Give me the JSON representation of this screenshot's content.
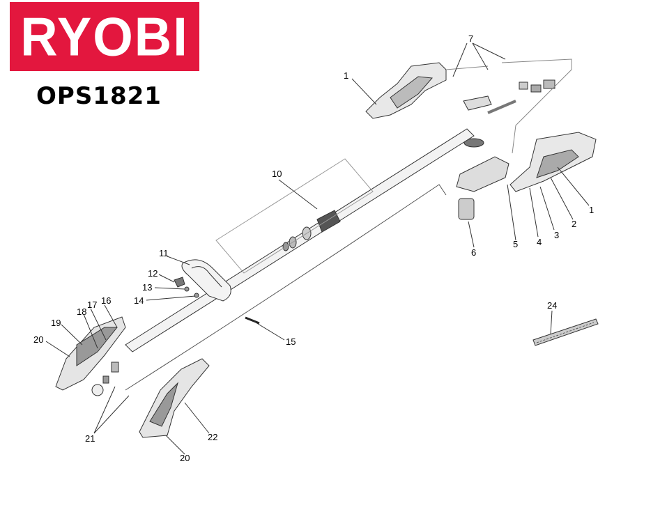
{
  "brand": {
    "logo_text": "RYOBI",
    "color": "#e3173e"
  },
  "model": "OPS1821",
  "callouts": [
    {
      "id": "c1a",
      "label": "1"
    },
    {
      "id": "c7",
      "label": "7"
    },
    {
      "id": "c1b",
      "label": "1"
    },
    {
      "id": "c2",
      "label": "2"
    },
    {
      "id": "c3",
      "label": "3"
    },
    {
      "id": "c4",
      "label": "4"
    },
    {
      "id": "c5",
      "label": "5"
    },
    {
      "id": "c6",
      "label": "6"
    },
    {
      "id": "c10",
      "label": "10"
    },
    {
      "id": "c11",
      "label": "11"
    },
    {
      "id": "c12",
      "label": "12"
    },
    {
      "id": "c13",
      "label": "13"
    },
    {
      "id": "c14",
      "label": "14"
    },
    {
      "id": "c15",
      "label": "15"
    },
    {
      "id": "c16",
      "label": "16"
    },
    {
      "id": "c17",
      "label": "17"
    },
    {
      "id": "c18",
      "label": "18"
    },
    {
      "id": "c19",
      "label": "19"
    },
    {
      "id": "c20a",
      "label": "20"
    },
    {
      "id": "c20b",
      "label": "20"
    },
    {
      "id": "c21",
      "label": "21"
    },
    {
      "id": "c22",
      "label": "22"
    },
    {
      "id": "c24",
      "label": "24"
    }
  ]
}
